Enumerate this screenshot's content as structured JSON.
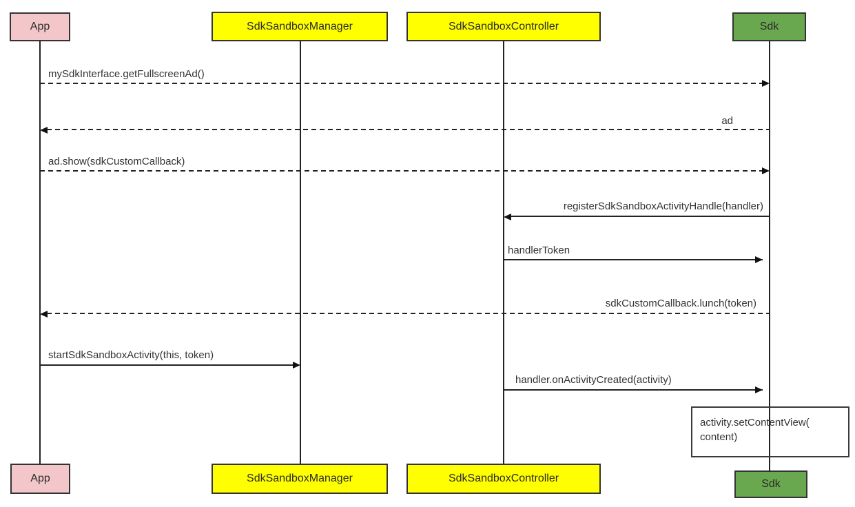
{
  "diagram_type": "uml-sequence-diagram",
  "colors": {
    "background": "#ffffff",
    "app_fill": "#f3c6ca",
    "manager_fill": "#ffff00",
    "controller_fill": "#ffff00",
    "sdk_fill": "#6aa84f",
    "box_border": "#333333",
    "lifeline": "#222222",
    "text": "#333333"
  },
  "participants": [
    {
      "name": "App",
      "fill": "#f3c6ca"
    },
    {
      "name": "SdkSandboxManager",
      "fill": "#ffff00"
    },
    {
      "name": "SdkSandboxController",
      "fill": "#ffff00"
    },
    {
      "name": "Sdk",
      "fill": "#6aa84f"
    }
  ],
  "messages": [
    {
      "label": "mySdkInterface.getFullscreenAd()",
      "from": "App",
      "to": "Sdk",
      "style": "dashed"
    },
    {
      "label": "ad",
      "from": "Sdk",
      "to": "App",
      "style": "dashed"
    },
    {
      "label": "ad.show(sdkCustomCallback)",
      "from": "App",
      "to": "Sdk",
      "style": "dashed"
    },
    {
      "label": "registerSdkSandboxActivityHandle(handler)",
      "from": "Sdk",
      "to": "SdkSandboxController",
      "style": "solid"
    },
    {
      "label": "handlerToken",
      "from": "SdkSandboxController",
      "to": "Sdk",
      "style": "solid"
    },
    {
      "label": "sdkCustomCallback.lunch(token)",
      "from": "Sdk",
      "to": "App",
      "style": "dashed"
    },
    {
      "label": "startSdkSandboxActivity(this, token)",
      "from": "App",
      "to": "SdkSandboxManager",
      "style": "solid"
    },
    {
      "label": "handler.onActivityCreated(activity)",
      "from": "SdkSandboxController",
      "to": "Sdk",
      "style": "solid"
    }
  ],
  "note": {
    "line1": "activity.setContentView(",
    "line2": "content)"
  }
}
